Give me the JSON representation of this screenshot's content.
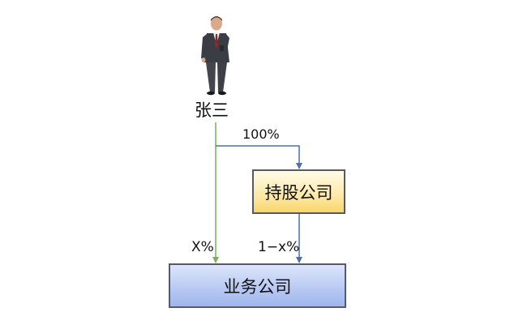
{
  "person": {
    "name": "张三",
    "icon": "businessman-icon"
  },
  "holding_company": {
    "name": "持股公司"
  },
  "business_company": {
    "name": "业务公司"
  },
  "edges": {
    "person_to_holding": {
      "label": "100%",
      "color": "#4a6fb5"
    },
    "person_to_business": {
      "label": "X%",
      "color": "#7ab05a"
    },
    "holding_to_business": {
      "label": "1−x%",
      "color": "#4a6fb5"
    }
  }
}
